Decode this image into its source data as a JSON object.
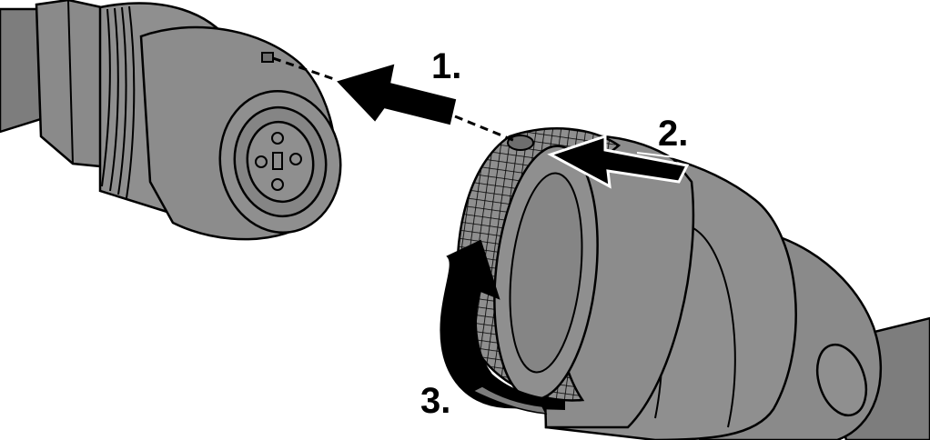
{
  "steps": [
    {
      "label": "1."
    },
    {
      "label": "2."
    },
    {
      "label": "3."
    }
  ],
  "colors": {
    "body": "#8f8f8f",
    "body_dark": "#6e6e6e",
    "body_light": "#a9a9a9",
    "outline": "#000000",
    "arrow": "#000000",
    "background": "#ffffff"
  }
}
